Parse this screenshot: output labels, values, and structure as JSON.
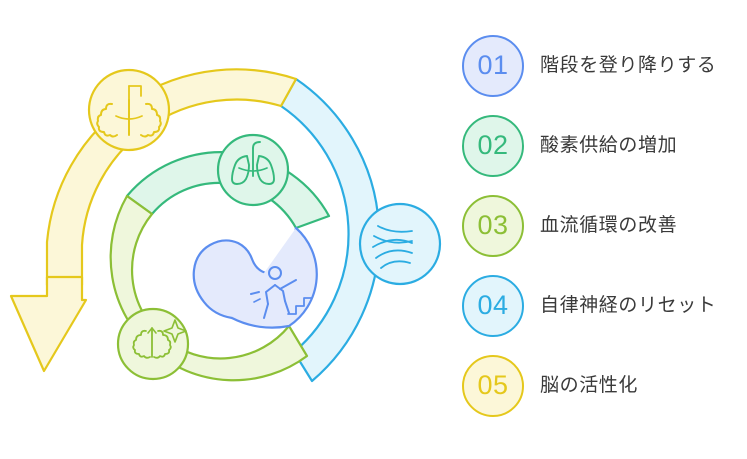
{
  "colors": {
    "periwinkle_stroke": "#5B8DEF",
    "periwinkle_fill": "#E4EAFC",
    "mint_stroke": "#35B97C",
    "mint_fill": "#DFF6EA",
    "lime_stroke": "#8CBF36",
    "lime_fill": "#EFF7DC",
    "cyan_stroke": "#2BACE2",
    "cyan_fill": "#E2F5FC",
    "yellow_stroke": "#E5C81C",
    "yellow_fill": "#FCF7D8",
    "label_text": "#3a3a3a"
  },
  "legend": {
    "items": [
      {
        "number": "01",
        "label": "階段を登り降りする",
        "stroke": "#5B8DEF",
        "fill": "#E4EAFC",
        "icon": "stairs-climb-icon"
      },
      {
        "number": "02",
        "label": "酸素供給の増加",
        "stroke": "#35B97C",
        "fill": "#DFF6EA",
        "icon": "lungs-icon"
      },
      {
        "number": "03",
        "label": "血流循環の改善",
        "stroke": "#8CBF36",
        "fill": "#EFF7DC",
        "icon": "brain-sparkle-icon"
      },
      {
        "number": "04",
        "label": "自律神経のリセット",
        "stroke": "#2BACE2",
        "fill": "#E2F5FC",
        "icon": "airflow-icon"
      },
      {
        "number": "05",
        "label": "脳の活性化",
        "stroke": "#E5C81C",
        "fill": "#FCF7D8",
        "icon": "brain-lungs-icon"
      }
    ]
  },
  "diagram": {
    "type": "spiral-cycle",
    "description": "5段階のスパイラル循環図",
    "segments": [
      {
        "order": 1,
        "icon": "stairs-climb-icon",
        "color": "#5B8DEF",
        "ring": "inner"
      },
      {
        "order": 2,
        "icon": "lungs-icon",
        "color": "#35B97C",
        "ring": "middle"
      },
      {
        "order": 3,
        "icon": "brain-sparkle-icon",
        "color": "#8CBF36",
        "ring": "middle"
      },
      {
        "order": 4,
        "icon": "airflow-icon",
        "color": "#2BACE2",
        "ring": "outer"
      },
      {
        "order": 5,
        "icon": "brain-lungs-icon",
        "color": "#E5C81C",
        "ring": "outer"
      }
    ],
    "arrow": {
      "name": "spiral-arrowhead",
      "color": "#E5C81C",
      "direction": "down-left"
    }
  }
}
